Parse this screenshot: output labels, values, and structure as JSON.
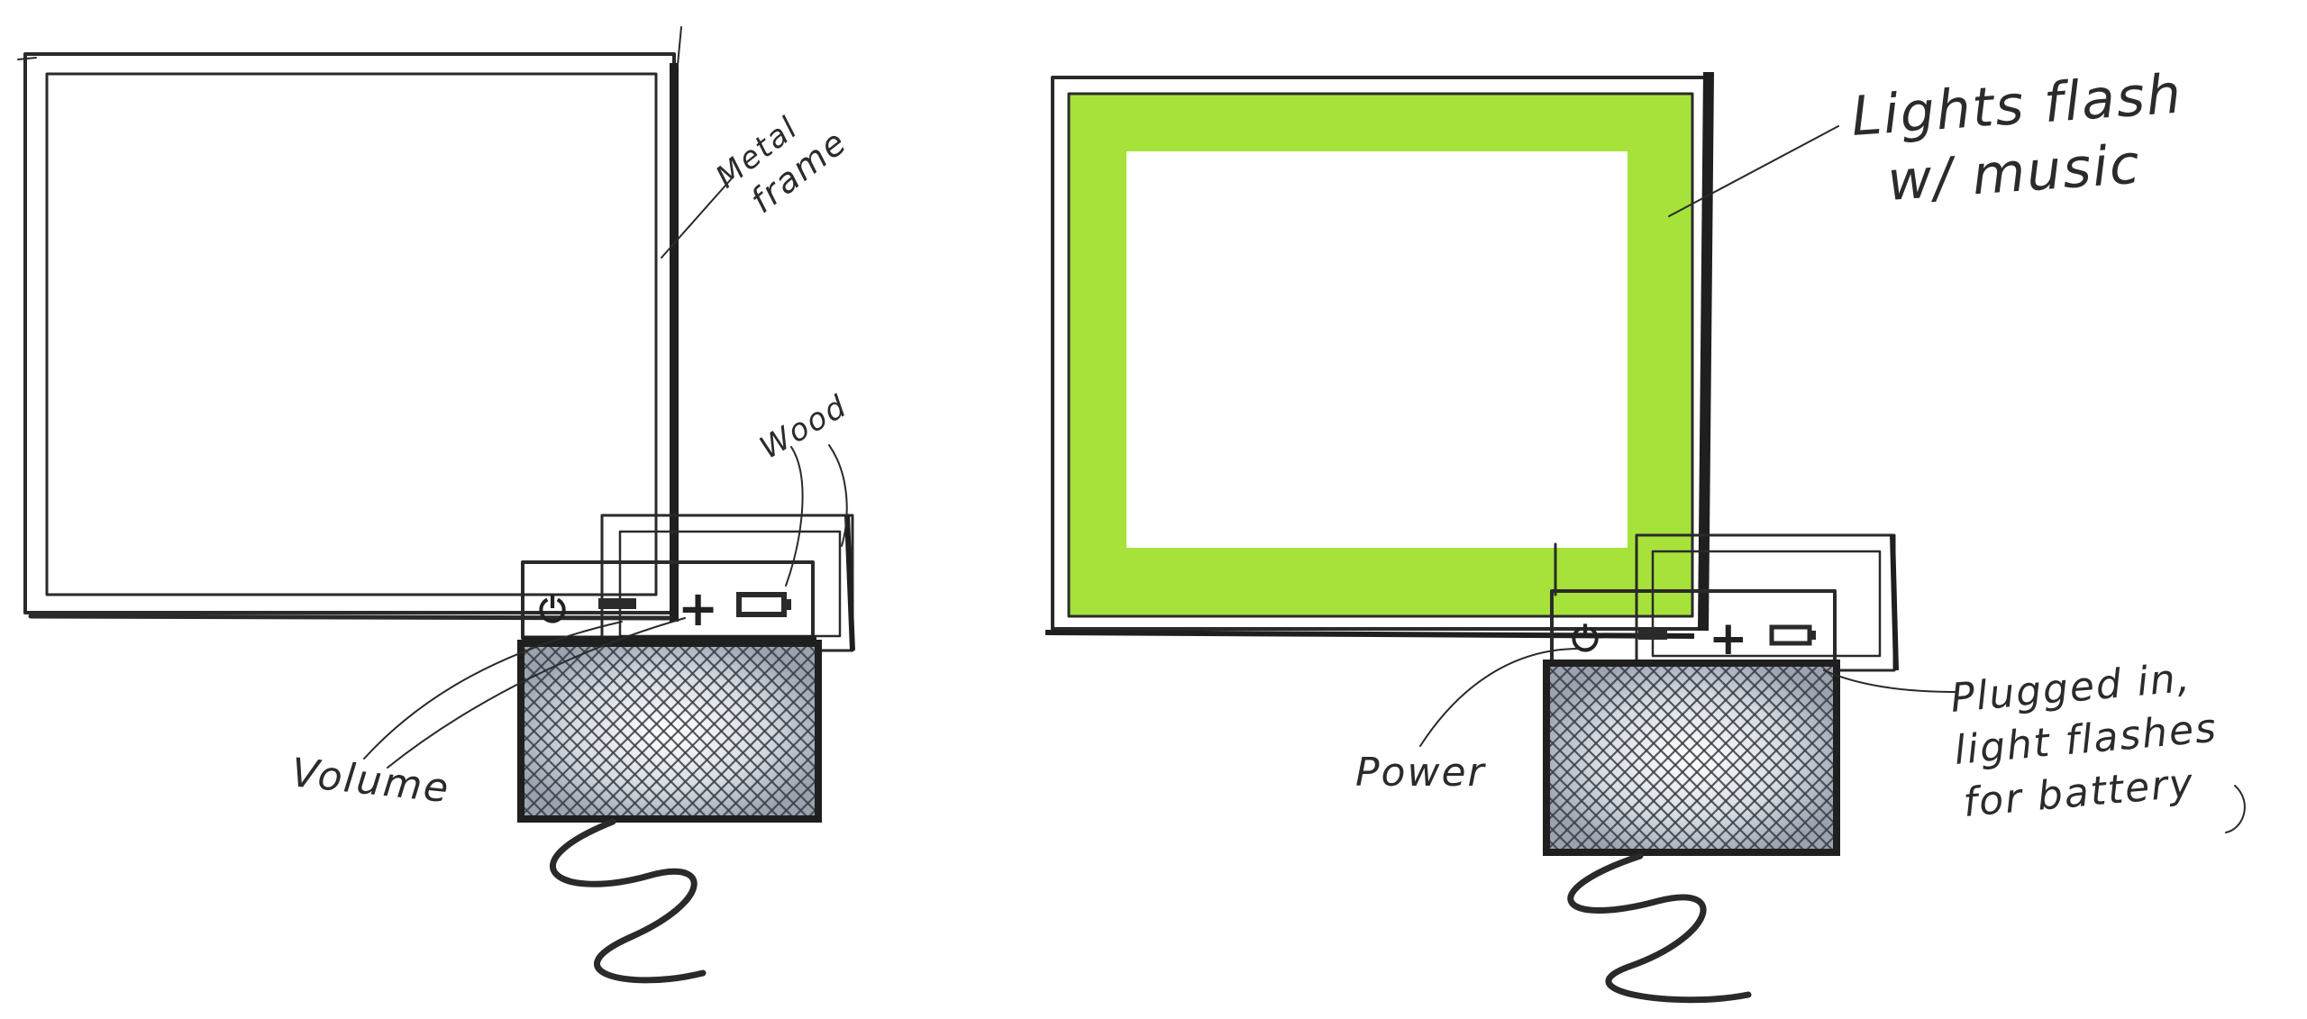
{
  "sketch_left": {
    "labels": {
      "frame": [
        "Metal",
        "frame"
      ],
      "wood": "Wood",
      "volume": "Volume"
    },
    "buttons": [
      "power-icon",
      "minus-icon",
      "plus-icon",
      "battery-icon"
    ],
    "screen_lit": false
  },
  "sketch_right": {
    "labels": {
      "lights": [
        "Lights flash",
        "w/ music"
      ],
      "power": "Power",
      "plugged": [
        "Plugged in,",
        "light flashes",
        "for battery"
      ]
    },
    "buttons": [
      "power-icon",
      "minus-icon",
      "plus-icon",
      "battery-icon"
    ],
    "screen_lit": true
  },
  "colors": {
    "ink": "#2a2a2a",
    "wood": "#d8c5aa",
    "glow_green": "#a6e23a",
    "speaker_grey": "#b9c0c9"
  },
  "glyphs": {
    "power": "⏻",
    "minus": "−",
    "plus": "+"
  }
}
